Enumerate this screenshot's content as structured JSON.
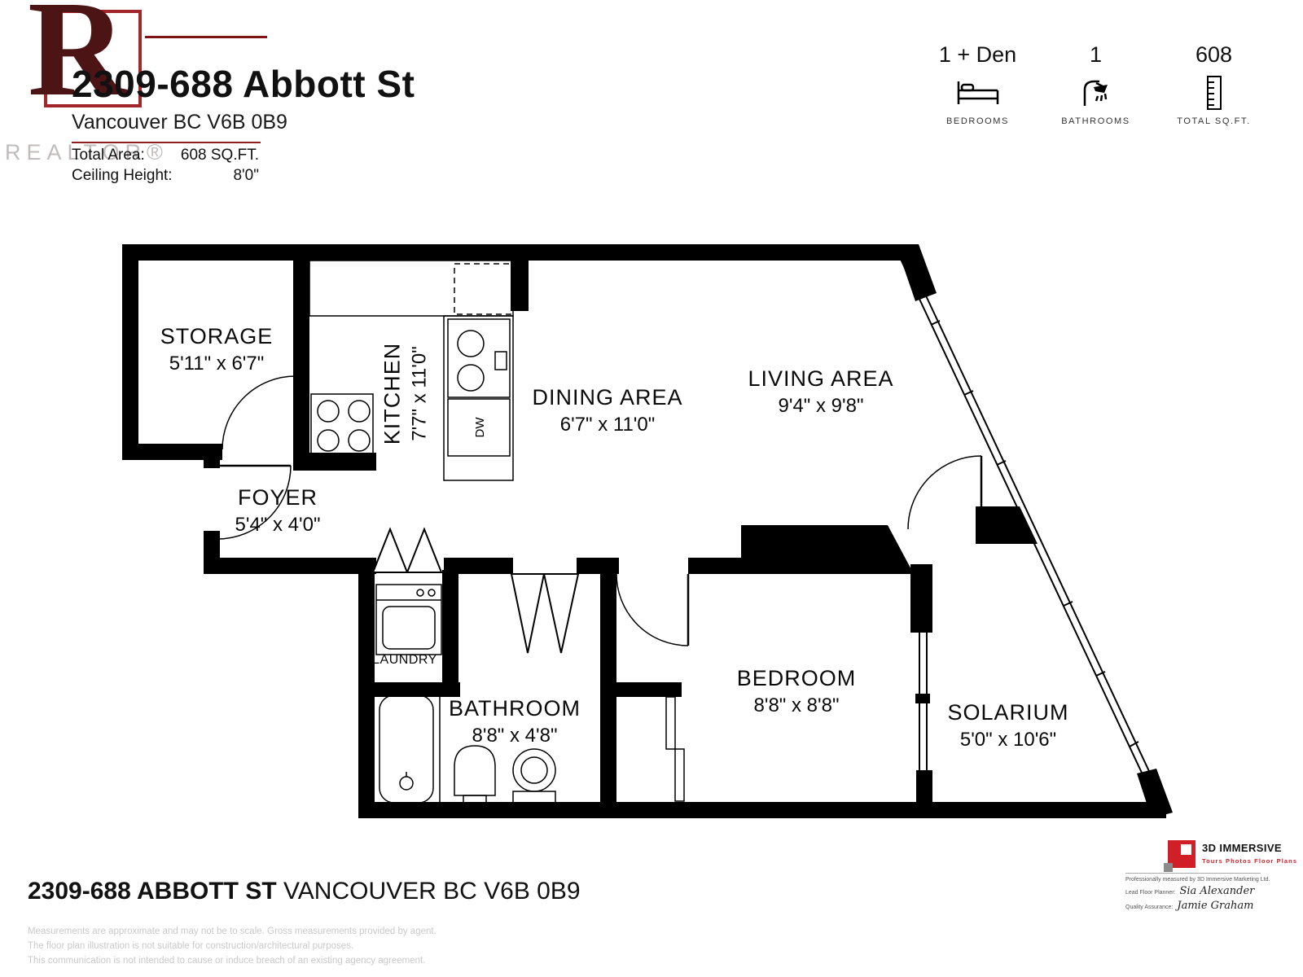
{
  "colors": {
    "wall_black": "#000000",
    "accent_red": "#8f1f1f",
    "logo_maroon": "#4d1416",
    "brand_red": "#d01f26",
    "muted_gray": "#c9c9c9"
  },
  "header": {
    "realtor_text": "REALTOR®",
    "title": "2309-688 Abbott St",
    "subtitle": "Vancouver BC V6B 0B9",
    "total_area_label": "Total Area:",
    "total_area_value": "608 SQ.FT.",
    "ceiling_label": "Ceiling Height:",
    "ceiling_value": "8'0\"",
    "stats": [
      {
        "value": "1 + Den",
        "label": "BEDROOMS",
        "icon": "bed-icon"
      },
      {
        "value": "1",
        "label": "BATHROOMS",
        "icon": "shower-icon"
      },
      {
        "value": "608",
        "label": "TOTAL SQ.FT.",
        "icon": "ruler-icon"
      }
    ]
  },
  "rooms": [
    {
      "name": "STORAGE",
      "dims": "5'11\" x 6'7\""
    },
    {
      "name": "KITCHEN",
      "dims": "7'7\" x 11'0\""
    },
    {
      "name": "DINING AREA",
      "dims": "6'7\" x 11'0\""
    },
    {
      "name": "LIVING AREA",
      "dims": "9'4\" x 9'8\""
    },
    {
      "name": "FOYER",
      "dims": "5'4\" x 4'0\""
    },
    {
      "name": "LAUNDRY",
      "dims": ""
    },
    {
      "name": "BATHROOM",
      "dims": "8'8\" x 4'8\""
    },
    {
      "name": "BEDROOM",
      "dims": "8'8\" x 8'8\""
    },
    {
      "name": "SOLARIUM",
      "dims": "5'0\" x 10'6\""
    }
  ],
  "fixtures": {
    "dishwasher": "DW"
  },
  "footer": {
    "address_bold": "2309-688 ABBOTT ST",
    "address_rest": " VANCOUVER BC V6B 0B9",
    "disclaimer_line1": "Measurements are approximate and may not be to scale. Gross measurements provided by agent.",
    "disclaimer_line2": "The floor plan illustration is not suitable for construction/architectural purposes.",
    "disclaimer_line3": "This communication is not intended to cause or induce breach of an existing agency agreement.",
    "brand": {
      "name": "3D IMMERSIVE",
      "tagline": "Tours  Photos  Floor Plans",
      "measured_by": "Professionally measured by 3D Immersive Marketing Ltd.",
      "lead_label": "Lead Floor Planner:",
      "lead_name": "Sia Alexander",
      "qa_label": "Quality Assurance:",
      "qa_name": "Jamie Graham"
    }
  }
}
